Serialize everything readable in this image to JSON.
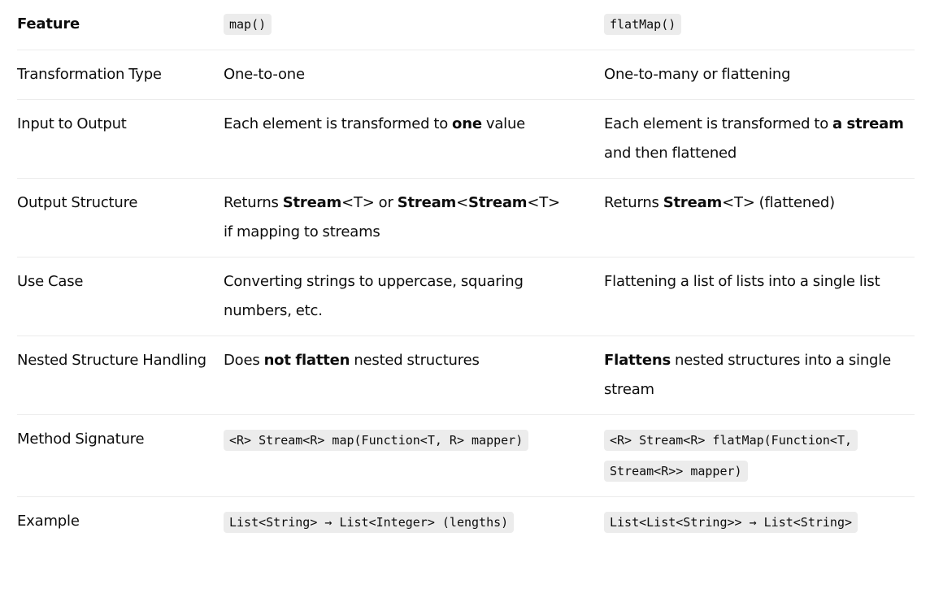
{
  "table": {
    "header": {
      "feature": "Feature",
      "map": "map()",
      "flatmap": "flatMap()"
    },
    "rows": [
      {
        "feature": "Transformation Type",
        "map": {
          "text": "One-to-one"
        },
        "flatmap": {
          "text": "One-to-many or flattening"
        }
      },
      {
        "feature": "Input to Output",
        "map": {
          "pre": "Each element is transformed to ",
          "bold": "one",
          "post": " value"
        },
        "flatmap": {
          "pre": "Each element is transformed to ",
          "bold": "a stream",
          "post": " and then flattened"
        }
      },
      {
        "feature": "Output Structure",
        "map": {
          "pre": "Returns ",
          "bold1": "Stream",
          "mid1": "<T> or ",
          "bold2": "Stream",
          "mid2": "<",
          "bold3": "Stream",
          "post": "<T> if mapping to streams"
        },
        "flatmap": {
          "pre": "Returns ",
          "bold": "Stream",
          "post": "<T> (flattened)"
        }
      },
      {
        "feature": "Use Case",
        "map": {
          "text": "Converting strings to uppercase, squaring numbers, etc."
        },
        "flatmap": {
          "text": "Flattening a list of lists into a single list"
        }
      },
      {
        "feature": "Nested Structure Handling",
        "map": {
          "pre": "Does ",
          "bold": "not flatten",
          "post": " nested structures"
        },
        "flatmap": {
          "pre": "",
          "bold": "Flattens",
          "post": " nested structures into a single stream"
        }
      },
      {
        "feature": "Method Signature",
        "map": {
          "code": "<R> Stream<R> map(Function<T, R> mapper)"
        },
        "flatmap": {
          "code": "<R> Stream<R> flatMap(Function<T, Stream<R>> mapper)"
        }
      },
      {
        "feature": "Example",
        "map": {
          "code": "List<String> → List<Integer> (lengths)"
        },
        "flatmap": {
          "code": "List<List<String>> → List<String>"
        }
      }
    ]
  }
}
